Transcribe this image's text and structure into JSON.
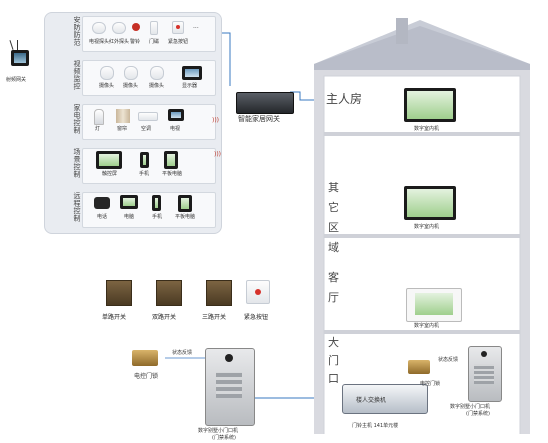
{
  "left_antenna": {
    "label": "射频网关"
  },
  "panel_rows": [
    {
      "category": "安防防范",
      "devices": [
        "电视探头",
        "红外探头",
        "警铃",
        "门磁",
        "紧急按钮",
        "..."
      ]
    },
    {
      "category": "视频监控",
      "devices": [
        "摄像头",
        "摄像头",
        "摄像头",
        "显示器"
      ]
    },
    {
      "category": "家电控制",
      "devices": [
        "灯",
        "窗帘",
        "空调",
        "电视"
      ]
    },
    {
      "category": "场景控制",
      "devices": [
        "触控屏",
        "手机",
        "平板电脑"
      ]
    },
    {
      "category": "远程控制",
      "devices": [
        "电话",
        "电脑",
        "手机",
        "平板电脑"
      ]
    }
  ],
  "gateway": {
    "label": "智能家居网关"
  },
  "rooms": {
    "master": "主人房",
    "other": "其它区域",
    "living": "客厅",
    "entrance": "大门口"
  },
  "monitors": {
    "m1": "数字室内机",
    "m2": "数字室内机",
    "m3": "数字室内机"
  },
  "switches": [
    "单路开关",
    "双路开关",
    "三路开关",
    "紧急按钮"
  ],
  "door_left": {
    "lock": "电控门锁",
    "feedback": "状态反馈",
    "panel": "数字别墅小门口机",
    "panel_sub": "(门禁系统)"
  },
  "switch_box": {
    "title": "楼人交换机",
    "subtitle": "门铃主机 141单元楼"
  },
  "door_right": {
    "lock": "电控门锁",
    "feedback": "状态反馈",
    "panel": "数字别墅小门口机",
    "panel_sub": "(门禁系统)"
  },
  "colors": {
    "line": "#3a78c0",
    "wall": "#d5d6dc",
    "roof": "#bfc3ce",
    "panel": "#e9ecf1"
  }
}
